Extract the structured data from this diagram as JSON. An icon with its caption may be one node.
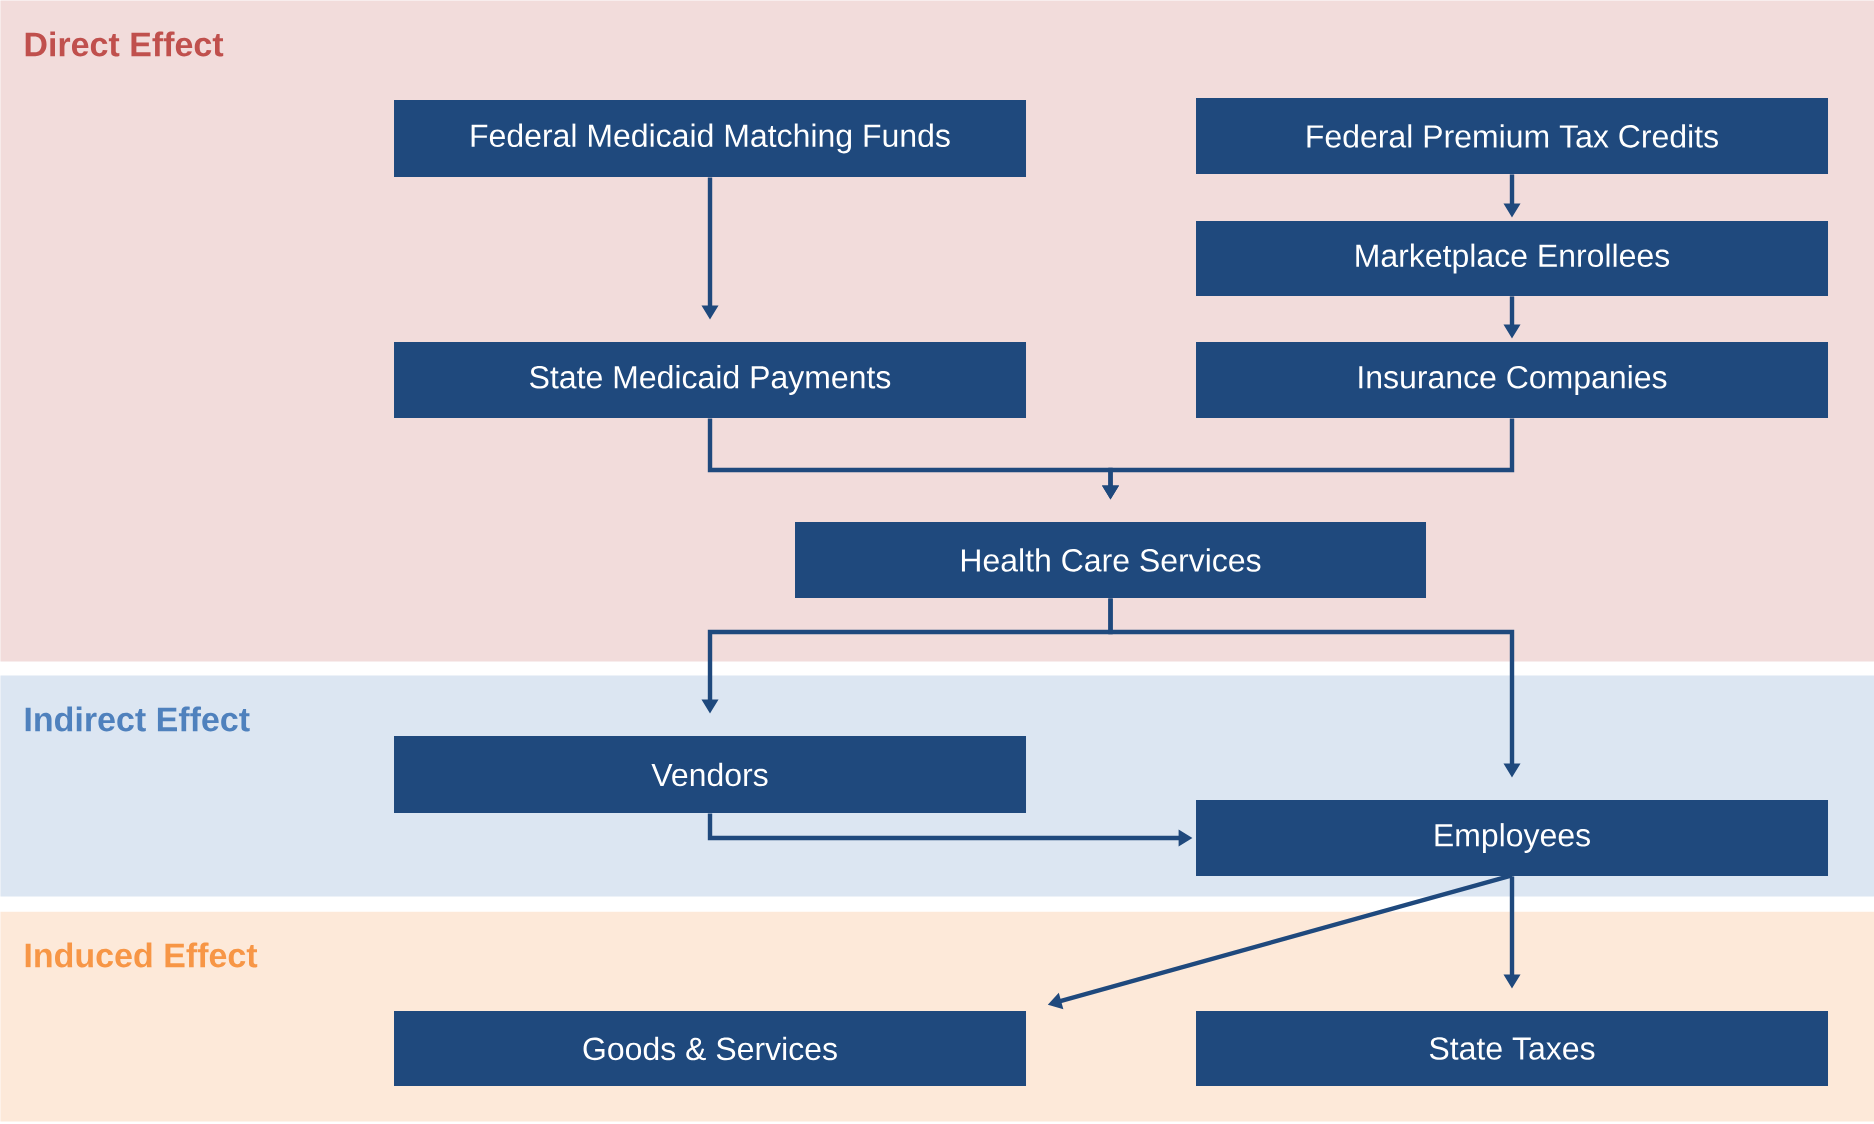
{
  "diagram": {
    "nodes": [
      {
        "text": [
          "Direct Effect"
        ]
      },
      {
        "text": [
          "Federal Medicaid Matching Funds"
        ],
        "in": 0
      },
      {
        "text": [
          "Federal Premium Tax Credits"
        ],
        "in": 0
      },
      {
        "text": [
          "Marketplace Enrollees"
        ],
        "in": 0
      },
      {
        "text": [
          "State Medicaid Payments"
        ],
        "in": 0
      },
      {
        "text": [
          "Insurance Companies"
        ],
        "in": 0
      },
      {
        "text": [
          "Health Care Services"
        ],
        "in": 0
      },
      {
        "text": [
          "Indirect Effect"
        ]
      },
      {
        "text": [
          "Vendors"
        ],
        "in": 7
      },
      {
        "text": [
          "Employees"
        ],
        "in": 7
      },
      {
        "text": [
          "Induced Effect"
        ]
      },
      {
        "text": [
          "Goods & Services"
        ],
        "in": 10
      },
      {
        "text": [
          "State Taxes"
        ],
        "in": 10
      }
    ],
    "edges": [
      {
        "from": 1,
        "to": 4,
        "arrow": "to"
      },
      {
        "from": 2,
        "to": 3,
        "arrow": "to"
      },
      {
        "from": 3,
        "to": 5,
        "arrow": "to"
      },
      {
        "from": 4,
        "to": 6,
        "arrow": "to"
      },
      {
        "from": 5,
        "to": 6,
        "arrow": "to"
      },
      {
        "from": 6,
        "to": 8,
        "arrow": "to"
      },
      {
        "from": 6,
        "to": 9,
        "arrow": "to"
      },
      {
        "from": 8,
        "to": 9,
        "arrow": "to"
      },
      {
        "from": 9,
        "to": 11,
        "arrow": "to"
      },
      {
        "from": 9,
        "to": 12,
        "arrow": "to"
      }
    ]
  }
}
